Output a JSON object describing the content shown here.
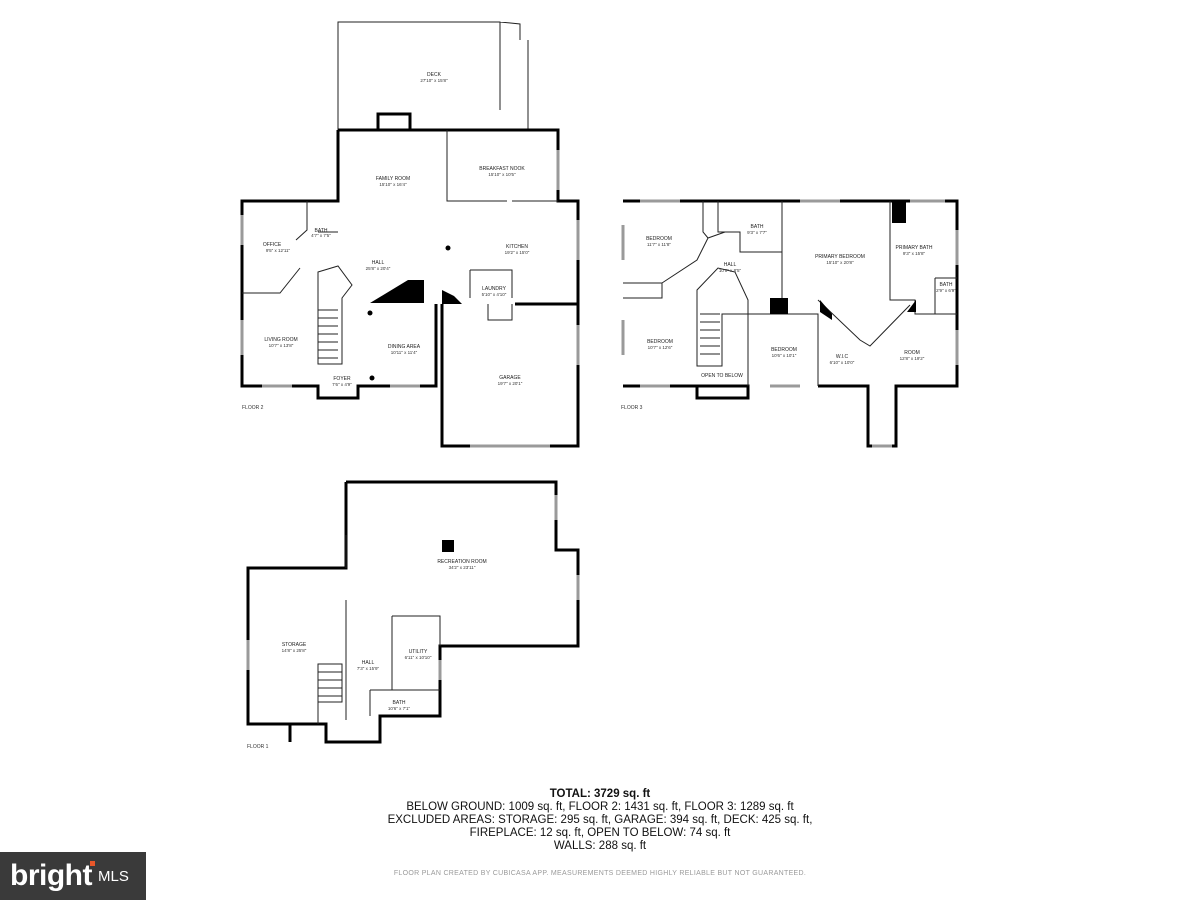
{
  "floors": {
    "floor2": {
      "label": "FLOOR 2",
      "rooms": [
        {
          "name": "DECK",
          "dims": "27'10\" x 15'8\""
        },
        {
          "name": "FAMILY ROOM",
          "dims": "15'10\" x 16'4\""
        },
        {
          "name": "BREAKFAST NOOK",
          "dims": "15'10\" x 10'5\""
        },
        {
          "name": "OFFICE",
          "dims": "9'5\" x 12'11\""
        },
        {
          "name": "BATH",
          "dims": "4'7\" x 7'5\""
        },
        {
          "name": "HALL",
          "dims": "25'8\" x 20'4\""
        },
        {
          "name": "KITCHEN",
          "dims": "19'2\" x 15'0\""
        },
        {
          "name": "LAUNDRY",
          "dims": "5'10\" x 4'10\""
        },
        {
          "name": "LIVING ROOM",
          "dims": "10'7\" x 13'8\""
        },
        {
          "name": "DINING AREA",
          "dims": "10'11\" x 11'4\""
        },
        {
          "name": "FOYER",
          "dims": "7'6\" x 4'9\""
        },
        {
          "name": "GARAGE",
          "dims": "19'7\" x 20'1\""
        }
      ]
    },
    "floor3": {
      "label": "FLOOR 3",
      "rooms": [
        {
          "name": "BEDROOM",
          "dims": "11'7\" x 11'8\""
        },
        {
          "name": "BATH",
          "dims": "9'3\" x 7'7\""
        },
        {
          "name": "PRIMARY BEDROOM",
          "dims": "15'10\" x 20'8\""
        },
        {
          "name": "PRIMARY BATH",
          "dims": "9'3\" x 15'8\""
        },
        {
          "name": "HALL",
          "dims": "10'0\" x 8'5\""
        },
        {
          "name": "BATH",
          "dims": "2'9\" x 6'9\""
        },
        {
          "name": "BEDROOM",
          "dims": "10'7\" x 12'6\""
        },
        {
          "name": "BEDROOM",
          "dims": "10'6\" x 10'1\""
        },
        {
          "name": "W.I.C",
          "dims": "6'10\" x 10'0\""
        },
        {
          "name": "ROOM",
          "dims": "12'8\" x 19'2\""
        },
        {
          "name": "OPEN TO BELOW",
          "dims": ""
        }
      ]
    },
    "floor1": {
      "label": "FLOOR 1",
      "rooms": [
        {
          "name": "RECREATION ROOM",
          "dims": "34'2\" x 23'11\""
        },
        {
          "name": "STORAGE",
          "dims": "14'8\" x 25'8\""
        },
        {
          "name": "HALL",
          "dims": "7'3\" x 15'9\""
        },
        {
          "name": "UTILITY",
          "dims": "6'11\" x 10'10\""
        },
        {
          "name": "BATH",
          "dims": "10'6\" x 7'1\""
        }
      ]
    }
  },
  "summary": {
    "total": "TOTAL: 3729 sq. ft",
    "line1": "BELOW GROUND: 1009 sq. ft, FLOOR 2: 1431 sq. ft, FLOOR 3: 1289 sq. ft",
    "line2": "EXCLUDED AREAS: STORAGE: 295 sq. ft, GARAGE: 394 sq. ft, DECK: 425 sq. ft,",
    "line3": "FIREPLACE: 12 sq. ft, OPEN TO BELOW: 74 sq. ft",
    "line4": "WALLS: 288 sq. ft"
  },
  "disclaimer": "FLOOR PLAN CREATED BY CUBICASA APP. MEASUREMENTS DEEMED HIGHLY RELIABLE BUT NOT GUARANTEED.",
  "brand": {
    "name": "bright",
    "suffix": "MLS",
    "accent_color": "#e8572a",
    "background_color": "#3a3a3a"
  }
}
